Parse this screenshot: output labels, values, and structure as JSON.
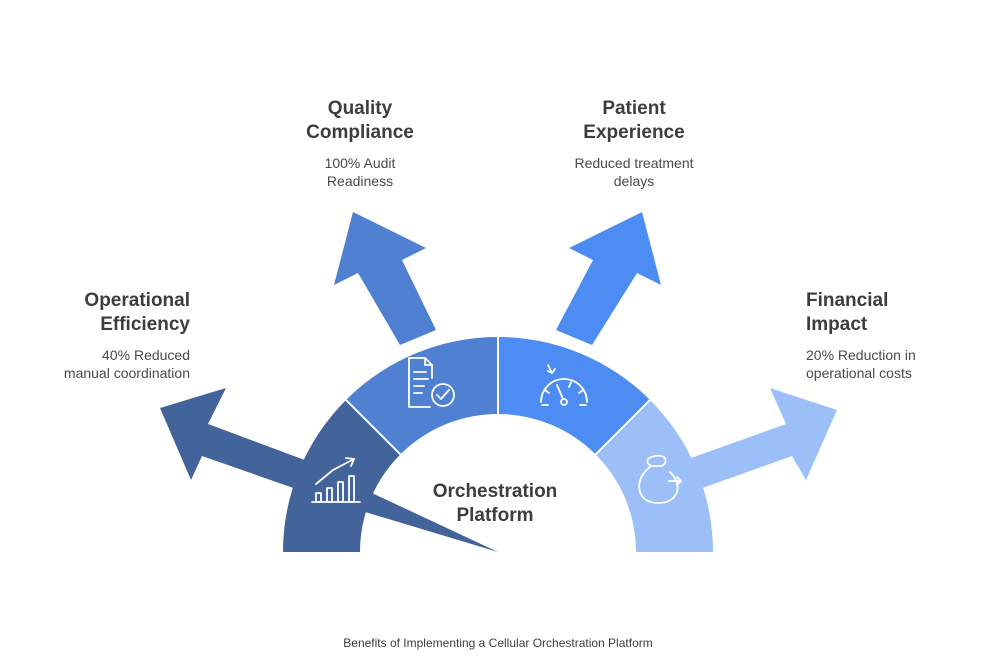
{
  "center": {
    "line1": "Orchestration",
    "line2": "Platform"
  },
  "segments": [
    {
      "id": "operational-efficiency",
      "title_line1": "Operational",
      "title_line2": "Efficiency",
      "desc_line1": "40% Reduced",
      "desc_line2": "manual coordination",
      "color": "#43639b",
      "icon": "bar-chart-growth-icon"
    },
    {
      "id": "quality-compliance",
      "title_line1": "Quality",
      "title_line2": "Compliance",
      "desc_line1": "100% Audit",
      "desc_line2": "Readiness",
      "color": "#4f80d2",
      "icon": "checked-document-icon"
    },
    {
      "id": "patient-experience",
      "title_line1": "Patient",
      "title_line2": "Experience",
      "desc_line1": "Reduced treatment",
      "desc_line2": "delays",
      "color": "#4c8cf3",
      "icon": "speed-gauge-icon"
    },
    {
      "id": "financial-impact",
      "title_line1": "Financial",
      "title_line2": "Impact",
      "desc_line1": "20% Reduction in",
      "desc_line2": "operational costs",
      "color": "#9bbff6",
      "icon": "money-bag-icon"
    }
  ],
  "caption": "Benefits of Implementing a Cellular Orchestration Platform"
}
